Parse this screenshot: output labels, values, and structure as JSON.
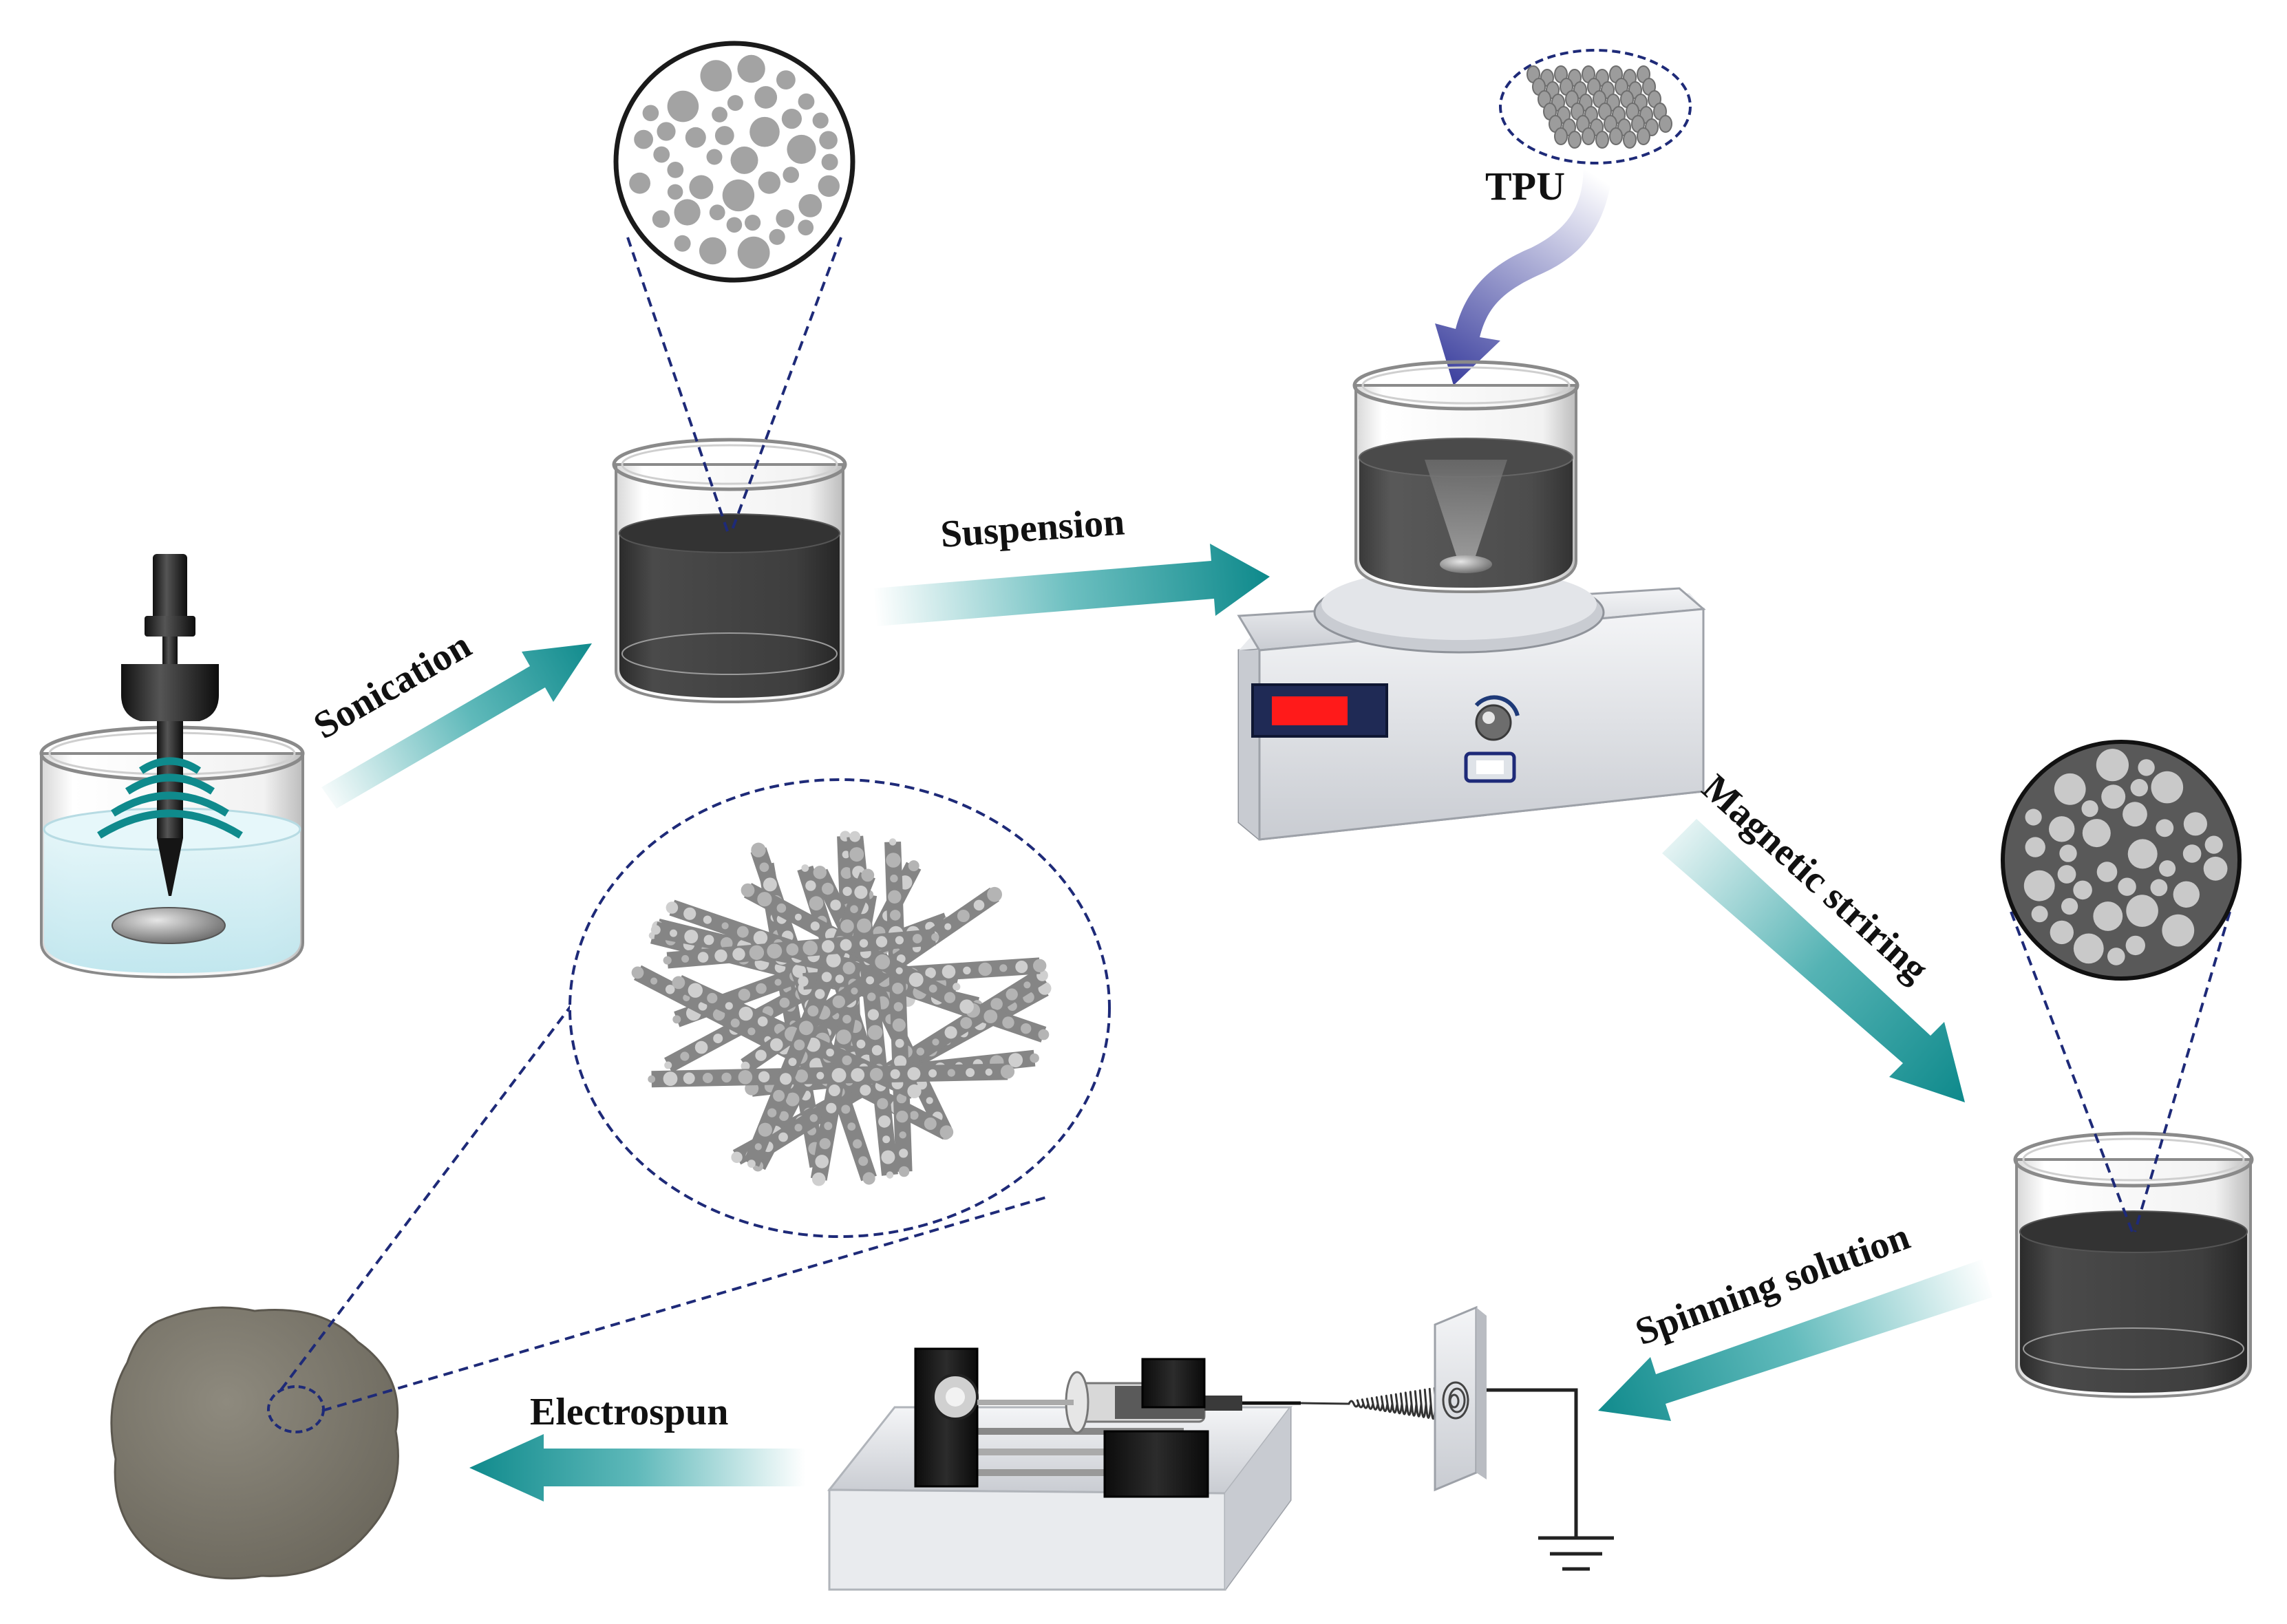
{
  "labels": {
    "sonication": "Sonication",
    "suspension": "Suspension",
    "tpu": "TPU",
    "magnetic_striring": "Magnetic striring",
    "spinning_solution": "Spinning solution",
    "electrospun": "Electrospun"
  },
  "colors": {
    "arrow_teal": "#0f8a8c",
    "dashed_navy": "#1e2a78",
    "liquid_dark": "#3d3d3d",
    "water_light": "#cdeef4",
    "display_red": "#ff1a1a",
    "membrane": "#7c786c",
    "particles": "#9a9a9a"
  },
  "icons": [
    "ultrasonic-probe-icon",
    "beaker-icon",
    "magnetic-stirrer-icon",
    "syringe-pump-icon",
    "collector-plate-icon",
    "ground-symbol-icon"
  ]
}
